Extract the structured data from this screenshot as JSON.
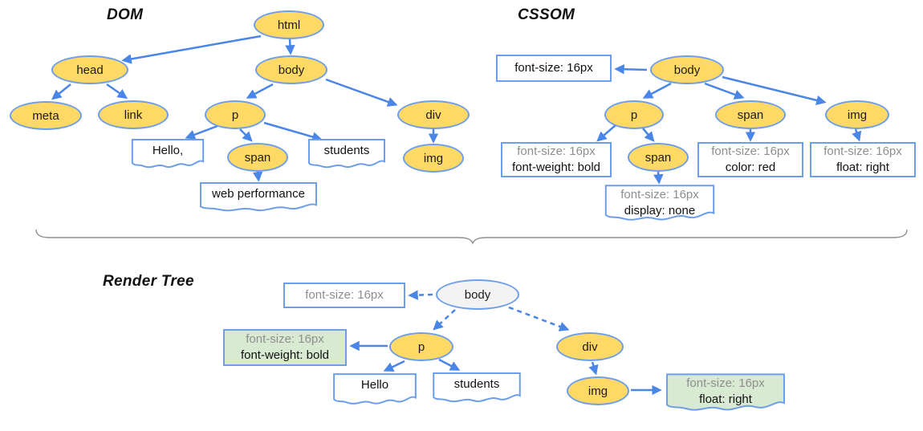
{
  "colors": {
    "node_fill": "#FFD966",
    "node_border": "#6D9EEB",
    "arrow_blue": "#4A86E8",
    "box_green": "#D9EAD3",
    "render_root_fill": "#F3F3F3",
    "muted_text": "#8E8E8E",
    "background": "#FFFFFF"
  },
  "dom": {
    "title": "DOM",
    "nodes": {
      "html": "html",
      "head": "head",
      "body": "body",
      "meta": "meta",
      "link": "link",
      "p": "p",
      "div": "div",
      "span": "span",
      "img": "img"
    },
    "text_nodes": {
      "hello": "Hello,",
      "students": "students",
      "web_performance": "web performance"
    }
  },
  "cssom": {
    "title": "CSSOM",
    "nodes": {
      "body": "body",
      "p": "p",
      "span": "span",
      "img": "img",
      "p_span": "span"
    },
    "styles": {
      "body": "font-size: 16px",
      "p": [
        "font-size: 16px",
        "font-weight: bold"
      ],
      "span": [
        "font-size: 16px",
        "color: red"
      ],
      "p_span": [
        "font-size: 16px",
        "display: none"
      ],
      "img": [
        "font-size: 16px",
        "float: right"
      ]
    }
  },
  "render": {
    "title": "Render Tree",
    "nodes": {
      "body": "body",
      "p": "p",
      "div": "div",
      "img": "img"
    },
    "text_nodes": {
      "hello": "Hello",
      "students": "students"
    },
    "styles": {
      "body": "font-size: 16px",
      "p": [
        "font-size: 16px",
        "font-weight: bold"
      ],
      "img": [
        "font-size: 16px",
        "float: right"
      ]
    }
  }
}
